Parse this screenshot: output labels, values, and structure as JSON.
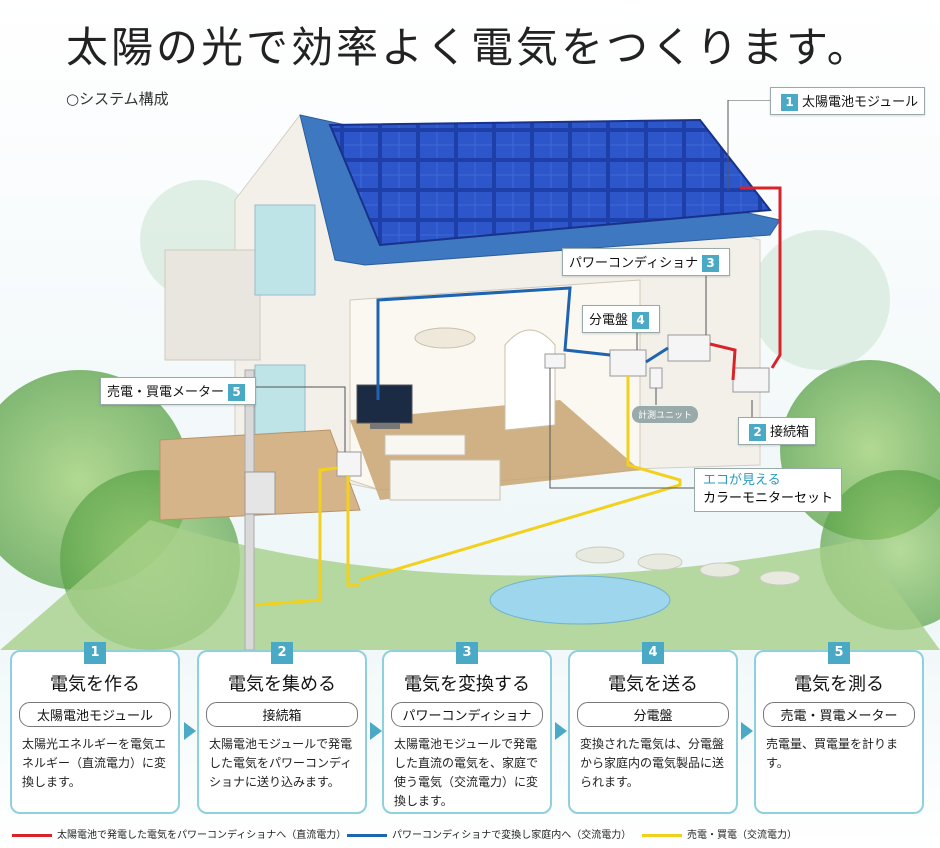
{
  "title": "太陽の光で効率よく電気をつくります。",
  "subtitle": "○システム構成",
  "colors": {
    "accent": "#4aa9c4",
    "dc": "#d9232a",
    "ac": "#1f64b1",
    "trade": "#f2d11d"
  },
  "callouts": {
    "module": {
      "num": "1",
      "label": "太陽電池モジュール"
    },
    "junction": {
      "num": "2",
      "label": "接続箱"
    },
    "power_conditioner": {
      "num": "3",
      "label": "パワーコンディショナ"
    },
    "distribution": {
      "num": "4",
      "label": "分電盤"
    },
    "meter": {
      "num": "5",
      "label": "売電・買電メーター"
    },
    "measure_unit": "計測ユニット",
    "monitor_line1": "エコが見える",
    "monitor_line2": "カラーモニターセット"
  },
  "steps": [
    {
      "num": "1",
      "heading": "電気を作る",
      "pill": "太陽電池モジュール",
      "text": "太陽光エネルギーを電気エネルギー（直流電力）に変換します。"
    },
    {
      "num": "2",
      "heading": "電気を集める",
      "pill": "接続箱",
      "text": "太陽電池モジュールで発電した電気をパワーコンディショナに送り込みます。"
    },
    {
      "num": "3",
      "heading": "電気を変換する",
      "pill": "パワーコンディショナ",
      "text": "太陽電池モジュールで発電した直流の電気を、家庭で使う電気（交流電力）に変換します。"
    },
    {
      "num": "4",
      "heading": "電気を送る",
      "pill": "分電盤",
      "text": "変換された電気は、分電盤から家庭内の電気製品に送られます。"
    },
    {
      "num": "5",
      "heading": "電気を測る",
      "pill": "売電・買電メーター",
      "text": "売電量、買電量を計ります。"
    }
  ],
  "legend": [
    {
      "label": "太陽電池で発電した電気をパワーコンディショナへ（直流電力）",
      "color": "#d9232a"
    },
    {
      "label": "パワーコンディショナで変換し家庭内へ（交流電力）",
      "color": "#1f64b1"
    },
    {
      "label": "売電・買電（交流電力）",
      "color": "#f2d11d"
    }
  ]
}
